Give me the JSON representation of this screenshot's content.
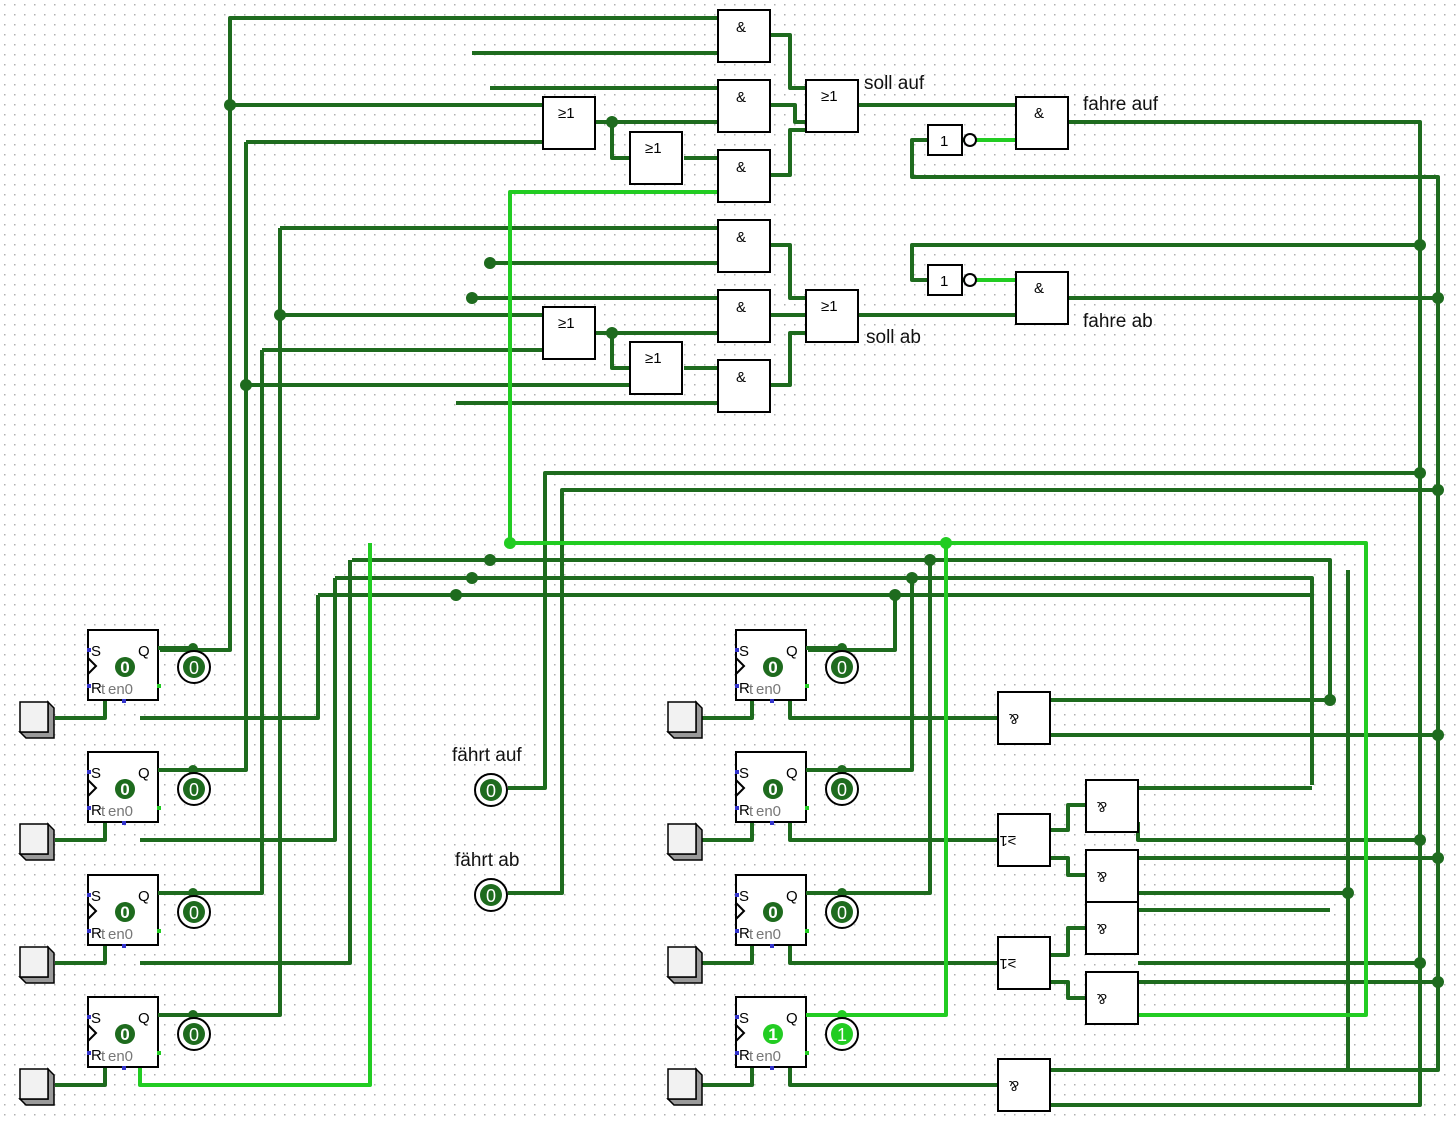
{
  "colors": {
    "background": "#ffffff",
    "grid_dot": "#b0b0b0",
    "wire_off": "#1e6b1e",
    "wire_on": "#22cc22",
    "led_off": "#1e6b1e",
    "led_on": "#22cc22"
  },
  "gate_symbols": {
    "and": "&",
    "or": "≥1",
    "not": "1"
  },
  "labels": {
    "soll_auf": "soll auf",
    "soll_ab": "soll ab",
    "fahre_auf": "fahre auf",
    "fahre_ab": "fahre ab",
    "faehrt_auf": "fährt auf",
    "faehrt_ab": "fährt ab"
  },
  "flipflop_pins": {
    "s": "S",
    "r": "R",
    "q": "Q",
    "t": "t",
    "en": "en0"
  },
  "flipflops": [
    {
      "name": "ff-left-1",
      "state": "0",
      "led": "0"
    },
    {
      "name": "ff-left-2",
      "state": "0",
      "led": "0"
    },
    {
      "name": "ff-left-3",
      "state": "0",
      "led": "0"
    },
    {
      "name": "ff-left-4",
      "state": "0",
      "led": "0"
    },
    {
      "name": "ff-right-1",
      "state": "0",
      "led": "0"
    },
    {
      "name": "ff-right-2",
      "state": "0",
      "led": "0"
    },
    {
      "name": "ff-right-3",
      "state": "0",
      "led": "0"
    },
    {
      "name": "ff-right-4",
      "state": "1",
      "led": "1"
    }
  ],
  "outputs": {
    "faehrt_auf_led": "0",
    "faehrt_ab_led": "0"
  }
}
